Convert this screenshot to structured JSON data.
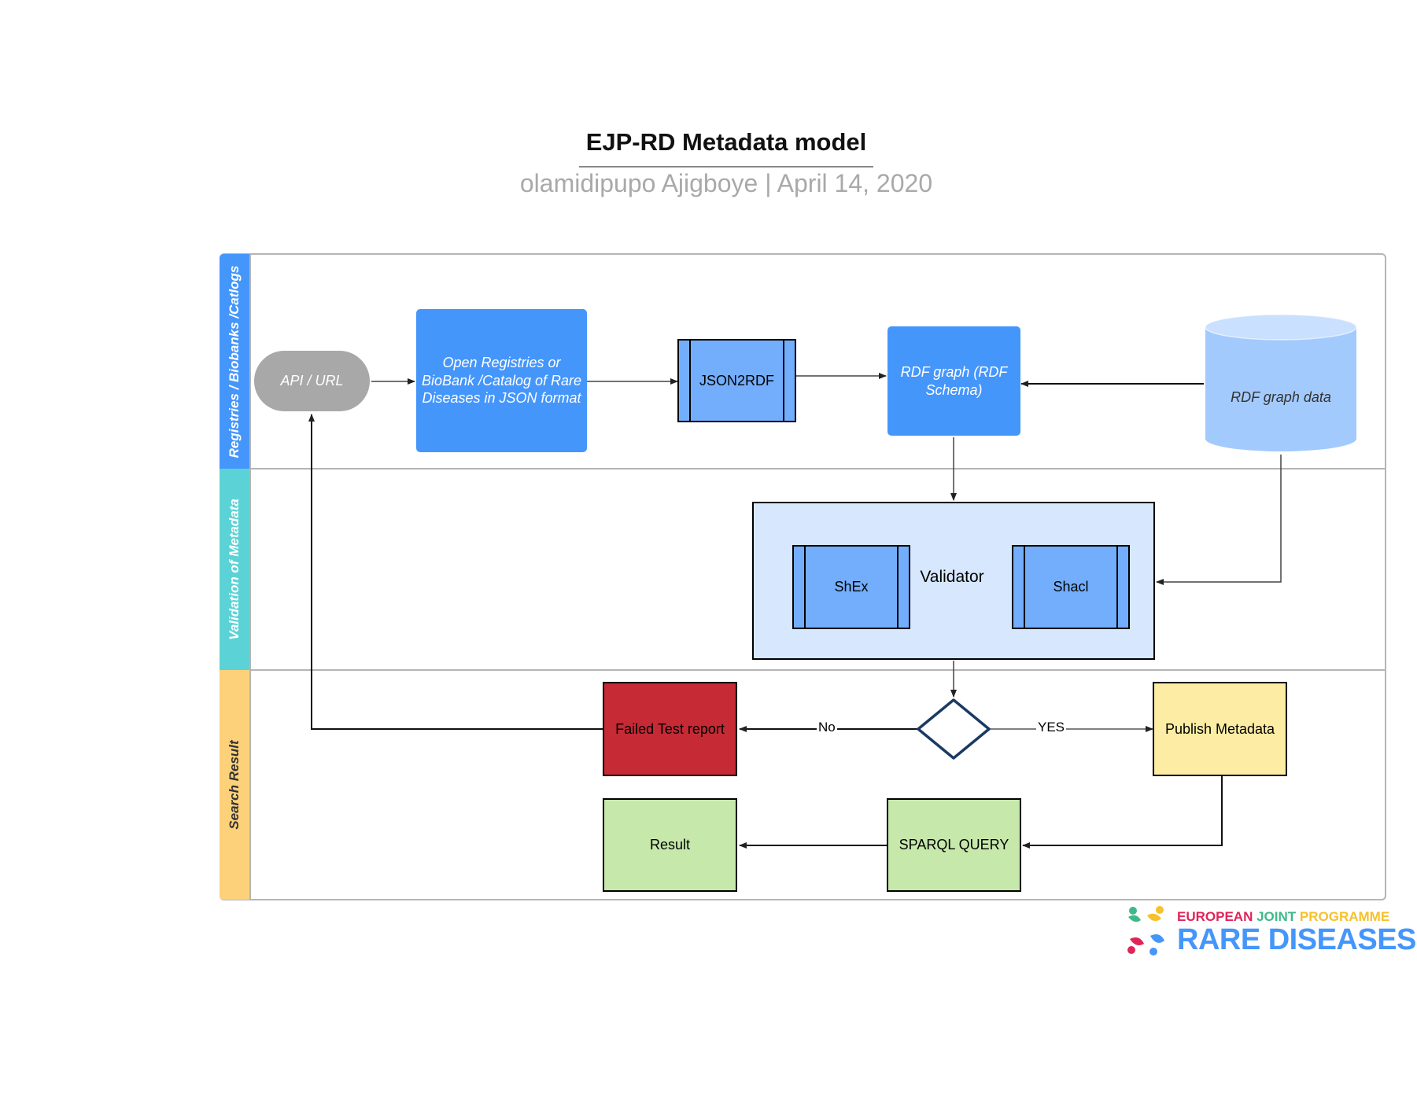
{
  "header": {
    "title": "EJP-RD Metadata model",
    "subtitle": "olamidipupo Ajigboye  |  April 14, 2020"
  },
  "lanes": [
    {
      "label": "Registries / Biobanks /Catlogs",
      "color": "#4596fb",
      "text_color": "#ffffff"
    },
    {
      "label": "Validation of Metadata",
      "color": "#5bd3d6",
      "text_color": "#ffffff"
    },
    {
      "label": "Search Result",
      "color": "#fdd17a",
      "text_color": "#333333"
    }
  ],
  "nodes": {
    "api": "API / URL",
    "open_registries": "Open Registries or BioBank /Catalog of Rare Diseases in JSON format",
    "json2rdf": "JSON2RDF",
    "rdf_graph": "RDF graph  (RDF Schema)",
    "rdf_data": "RDF graph  data",
    "validator": "Validator",
    "shex": "ShEx",
    "shacl": "Shacl",
    "failed": "Failed Test report",
    "publish": "Publish Metadata",
    "sparql": "SPARQL QUERY",
    "result": "Result"
  },
  "edge_labels": {
    "no": "No",
    "yes": "YES"
  },
  "logo": {
    "word1": "EUROPEAN",
    "word2": "JOINT",
    "word3": "PROGRAMME",
    "line2": "RARE DISEASES"
  },
  "colors": {
    "node_blue": "#4596fb",
    "process_blue": "#73aefc",
    "validator_bg": "#d6e7fe",
    "failed_red": "#c52a35",
    "publish_yellow": "#fdeca4",
    "result_green": "#c7e8ab",
    "decision_stroke": "#1b3a63",
    "logo_red": "#e0245a",
    "logo_yellow": "#f6c12b",
    "logo_blue": "#4596fb"
  }
}
